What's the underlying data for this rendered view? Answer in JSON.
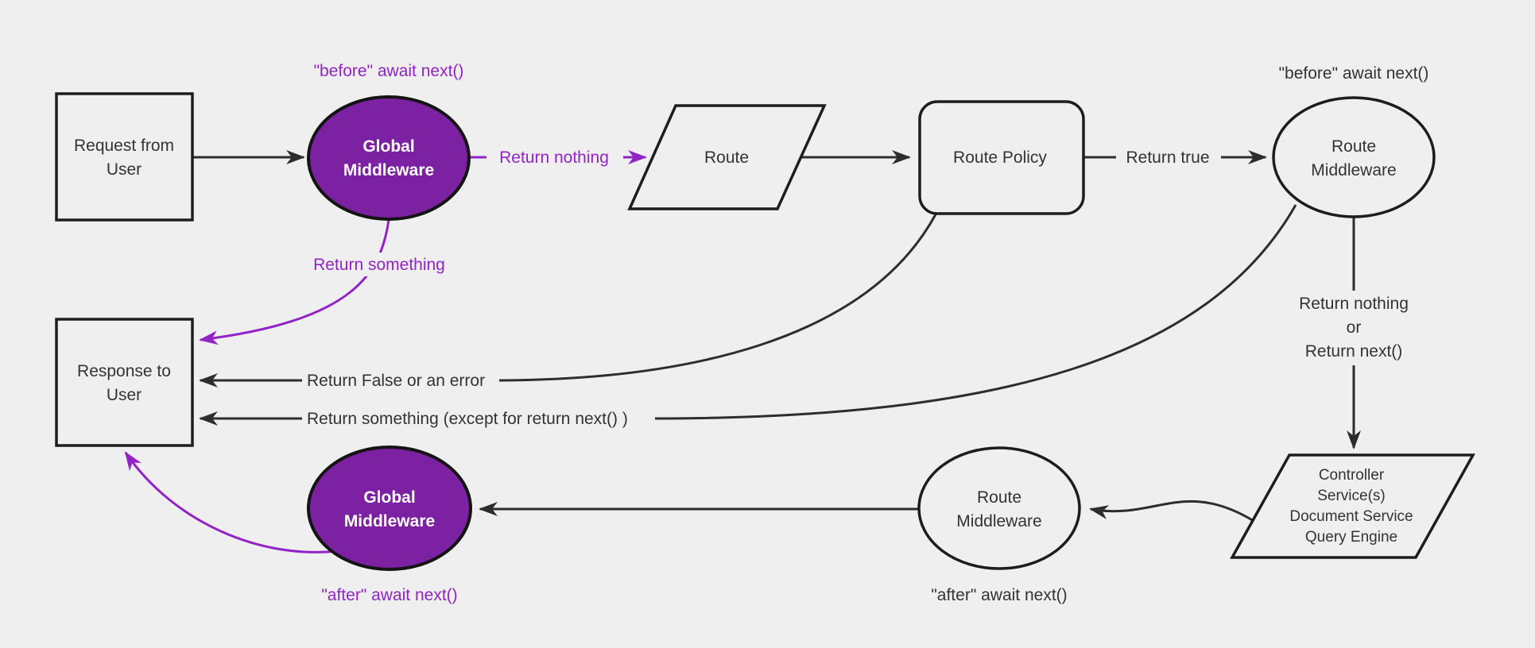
{
  "diagram": {
    "type": "flowchart",
    "colors": {
      "background": "#efefef",
      "line": "#2d2d2d",
      "text": "#333333",
      "purple_fill": "#7c21a1",
      "purple_accent": "#9223c6",
      "node_border": "#1d1d1d",
      "node_text_on_purple": "#ffffff"
    },
    "nodes": {
      "request": {
        "shape": "rectangle",
        "lines": [
          "Request from",
          "User"
        ]
      },
      "global_middleware_top": {
        "shape": "ellipse",
        "lines": [
          "Global",
          "Middleware"
        ]
      },
      "route": {
        "shape": "parallelogram",
        "label": "Route"
      },
      "route_policy": {
        "shape": "rounded-rectangle",
        "label": "Route Policy"
      },
      "route_middleware_top": {
        "shape": "ellipse",
        "lines": [
          "Route",
          "Middleware"
        ]
      },
      "controller": {
        "shape": "parallelogram",
        "lines": [
          "Controller",
          "Service(s)",
          "Document Service",
          "Query Engine"
        ]
      },
      "route_middleware_bottom": {
        "shape": "ellipse",
        "lines": [
          "Route",
          "Middleware"
        ]
      },
      "global_middleware_bottom": {
        "shape": "ellipse",
        "lines": [
          "Global",
          "Middleware"
        ]
      },
      "response": {
        "shape": "rectangle",
        "lines": [
          "Response to",
          "User"
        ]
      }
    },
    "labels": {
      "before_global": "\"before\" await next()",
      "before_route_mw": "\"before\" await next()",
      "after_global": "\"after\" await next()",
      "after_route_mw": "\"after\" await next()",
      "return_nothing": "Return nothing",
      "return_true": "Return true",
      "return_something": "Return something",
      "return_false": "Return False or an error",
      "return_except": "Return something (except for return next() )",
      "return_nothing_or": [
        "Return nothing",
        "or",
        "Return next()"
      ]
    }
  }
}
